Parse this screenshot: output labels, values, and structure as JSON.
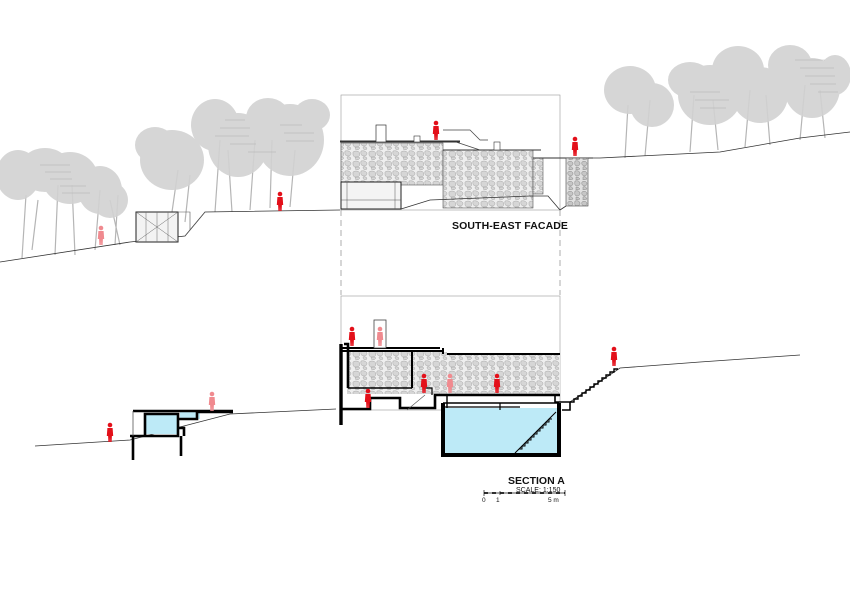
{
  "facade": {
    "title": "SOUTH-EAST FACADE"
  },
  "section": {
    "title": "SECTION A",
    "scale_label": "SCALE: 1:150",
    "scale_ticks": [
      "0",
      "1",
      "5 m"
    ]
  },
  "colors": {
    "human_figure": "#e3101a",
    "human_figure_faded": "#f08a8f",
    "pool_water": "#bdeaf7",
    "tree_canopy": "#cdcdcd",
    "tree_trunk": "#aaaaaa",
    "stone_wall": "#e8e8e8",
    "cut_line": "#000000"
  }
}
